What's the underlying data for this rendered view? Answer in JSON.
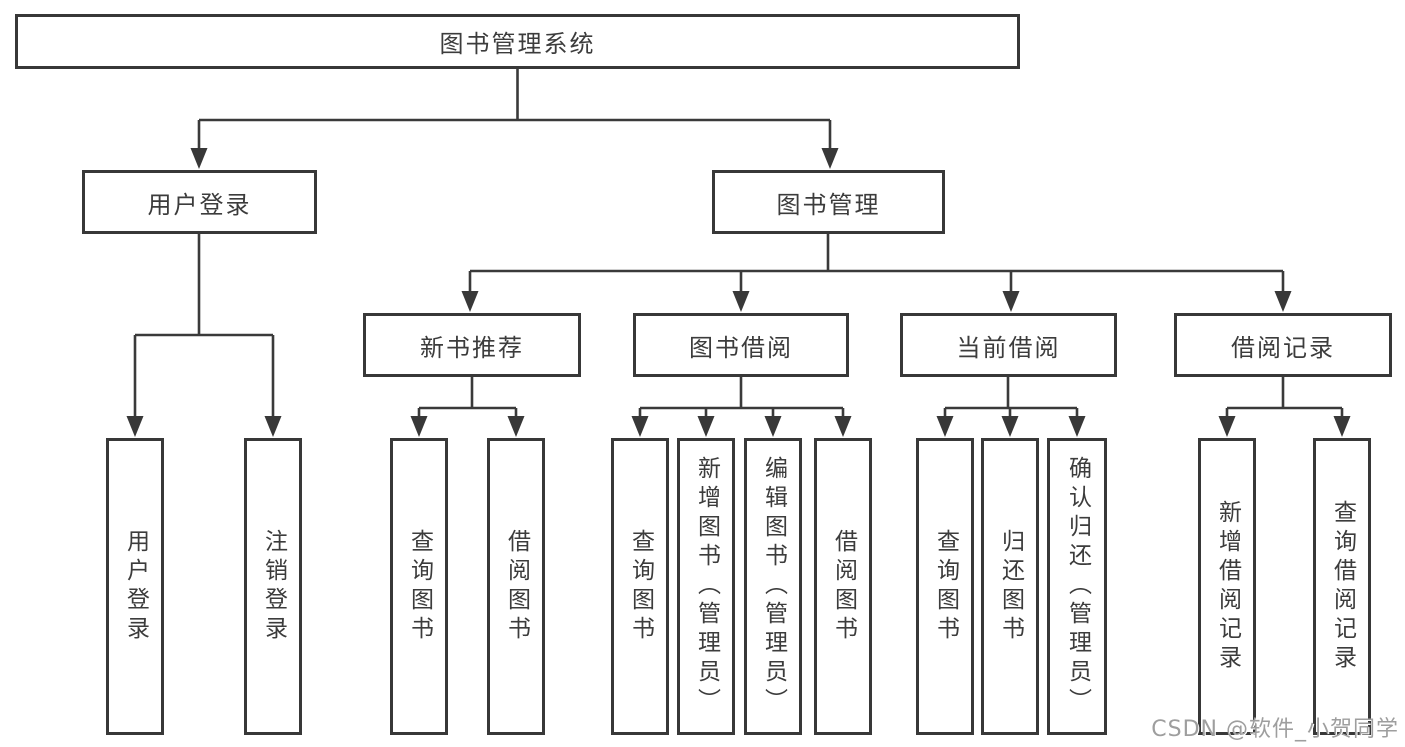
{
  "diagram": {
    "root": {
      "label": "图书管理系统"
    },
    "branches": [
      {
        "label": "用户登录",
        "children": [
          {
            "label": "用户登录"
          },
          {
            "label": "注销登录"
          }
        ]
      },
      {
        "label": "图书管理",
        "sections": [
          {
            "label": "新书推荐",
            "children": [
              {
                "label": "查询图书"
              },
              {
                "label": "借阅图书"
              }
            ]
          },
          {
            "label": "图书借阅",
            "children": [
              {
                "label": "查询图书"
              },
              {
                "label": "新增图书（管理员）"
              },
              {
                "label": "编辑图书（管理员）"
              },
              {
                "label": "借阅图书"
              }
            ]
          },
          {
            "label": "当前借阅",
            "children": [
              {
                "label": "查询图书"
              },
              {
                "label": "归还图书"
              },
              {
                "label": "确认归还（管理员）"
              }
            ]
          },
          {
            "label": "借阅记录",
            "children": [
              {
                "label": "新增借阅记录"
              },
              {
                "label": "查询借阅记录"
              }
            ]
          }
        ]
      }
    ]
  },
  "watermark": {
    "text": "CSDN @软件_小贺同学"
  },
  "colors": {
    "line": "#3a3a3a",
    "text": "#3c3c3c",
    "background": "#ffffff",
    "watermark": "#9e9e9e"
  }
}
